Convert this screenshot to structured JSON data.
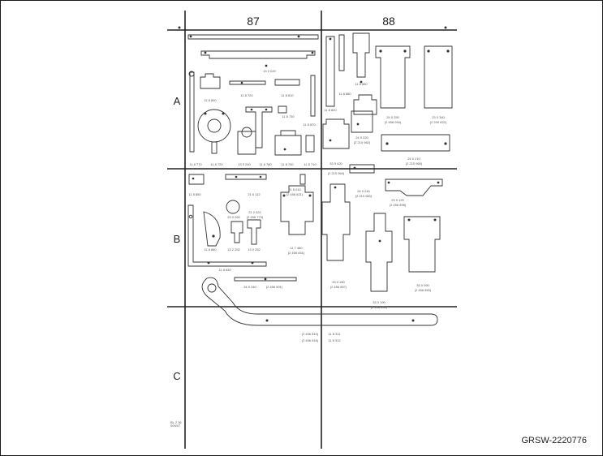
{
  "columns": [
    "87",
    "88"
  ],
  "rows": [
    "A",
    "B",
    "C"
  ],
  "doc_code": "GRSW-2220776",
  "tool_labels": {
    "a1": "13 2 022",
    "a2": "11 8 720",
    "a3": "11 8 810",
    "a4": "11 8 730",
    "a5": "11 8 600",
    "a6": "11 8 770",
    "a7": "11 8 720",
    "a8": "13 0 240",
    "a9": "11 8 780",
    "a10": "11 8 740",
    "a11": "11 8 710",
    "a12": "11 8 870",
    "a13": "11 8 850",
    "a14": "11 8 880",
    "a15": "11 8 820",
    "a16": "24 0 250",
    "a17": "(2 456 094)",
    "a18": "23 0 340",
    "a19": "(2 200 622)",
    "a20": "24 0 220",
    "a21": "(2 210 982)",
    "a22": "24 0 210",
    "a23": "(2 210 960)",
    "a24": "33 0 420",
    "a25": "(2 210 964)",
    "b1": "11 8 850",
    "b2": "21 6 112",
    "b3": "21 5 010",
    "b4": "(2 456 821)",
    "b5": "23 0 260",
    "b6": "(2 456 779)",
    "b7": "21 2 022",
    "b8": "11 8 660",
    "b9": "13 2 252",
    "b10": "13 0 252",
    "b11": "11 7 480",
    "b12": "(2 456 841)",
    "b13": "11 8 630",
    "b14": "24 0 240",
    "b15": "(2 210 960)",
    "b16": "23 0 120",
    "b17": "(2 456 898)",
    "b18": "33 0 180",
    "b19": "(2 456 857)",
    "b20": "33 0 190",
    "b21": "(2 456 851)",
    "b22": "33 0 090",
    "b23": "(2 456 853)",
    "b24": "34 0 240",
    "b25": "(2 456 501)",
    "c1": "(2 456 810)",
    "c2": "(2 456 816)",
    "c3": "11 8 311",
    "c4": "11 8 312"
  },
  "margin_note": [
    "BL 2 36",
    "004/07"
  ]
}
